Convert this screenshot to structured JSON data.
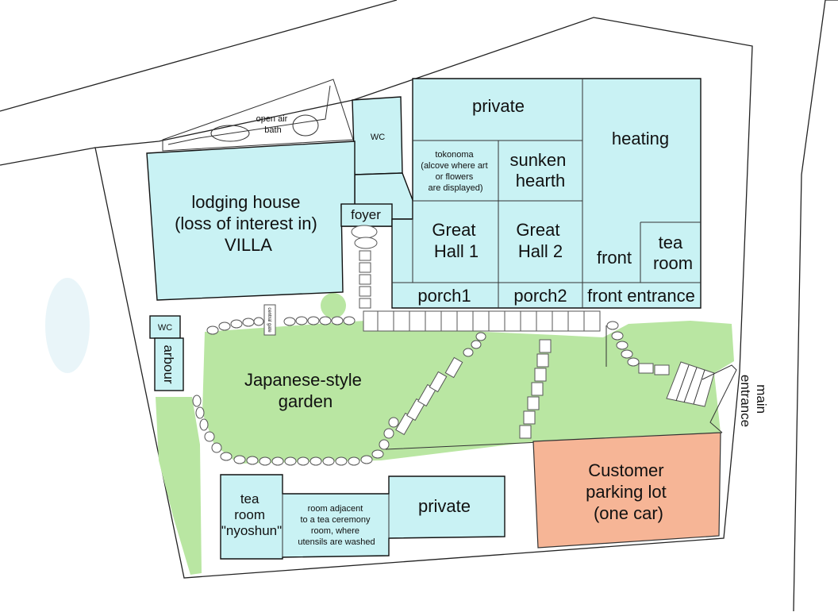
{
  "map": {
    "rooms": {
      "open_air_bath": [
        "open air",
        "bath"
      ],
      "wc_top": "WC",
      "lodging_house": [
        "lodging house",
        "(loss of interest in)",
        "VILLA"
      ],
      "foyer": "foyer",
      "private_top": "private",
      "heating": "heating",
      "tokonoma": [
        "tokonoma",
        "(alcove where art",
        "or flowers",
        "are displayed)"
      ],
      "sunken_hearth": [
        "sunken",
        "hearth"
      ],
      "great_hall_1": [
        "Great",
        "Hall 1"
      ],
      "great_hall_2": [
        "Great",
        "Hall 2"
      ],
      "front": "front",
      "tea_room_top": [
        "tea",
        "room"
      ],
      "porch1": "porch1",
      "porch2": "porch2",
      "front_entrance": "front entrance",
      "wc_left": "WC",
      "arbour": "arbour",
      "central_gate": "central gate",
      "garden": [
        "Japanese-style",
        "garden"
      ],
      "main_entrance": [
        "main",
        "entrance"
      ],
      "parking": [
        "Customer",
        "parking lot",
        "(one car)"
      ],
      "tea_room_nyoshun": [
        "tea",
        "room",
        "\"nyoshun\""
      ],
      "adjacent_room": [
        "room adjacent",
        "to a tea ceremony",
        "room, where",
        "utensils are washed"
      ],
      "private_bottom": "private"
    },
    "colors": {
      "building": "#c9f2f4",
      "lawn": "#b9e6a2",
      "parking": "#f6b596"
    }
  }
}
